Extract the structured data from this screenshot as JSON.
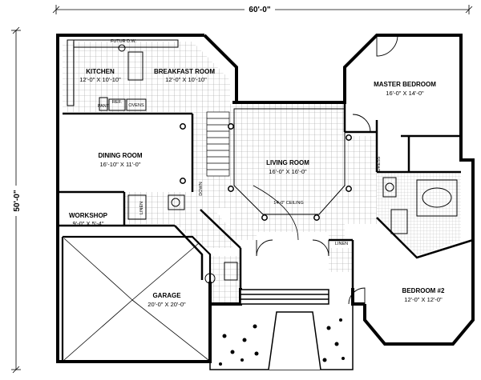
{
  "dimensions": {
    "width": "60'-0\"",
    "depth": "50'-0\""
  },
  "rooms": {
    "kitchen": {
      "name": "KITCHEN",
      "size": "12'-0\" X 10'-10\""
    },
    "breakfast": {
      "name": "BREAKFAST ROOM",
      "size": "12'-0\" X 10'-10\""
    },
    "master": {
      "name": "MASTER BEDROOM",
      "size": "16'-0\" X 14'-0\""
    },
    "dining": {
      "name": "DINING ROOM",
      "size": "16'-10\" X 11'-0\""
    },
    "living": {
      "name": "LIVING ROOM",
      "size": "16'-0\" X 16'-0\""
    },
    "workshop": {
      "name": "WORKSHOP",
      "size": "9'-0\" X 5'-4\""
    },
    "garage": {
      "name": "GARAGE",
      "size": "20'-0\" X 20'-0\""
    },
    "bedroom2": {
      "name": "BEDROOM #2",
      "size": "12'-0\" X 12'-0\""
    }
  },
  "annotations": {
    "ceiling": "14'-0\" CEILING",
    "fixtures": [
      "FUTUR D.W.",
      "PANT",
      "REF.",
      "OVENS",
      "DOWN",
      "LINEN",
      "DRESS",
      "LINEN"
    ]
  }
}
